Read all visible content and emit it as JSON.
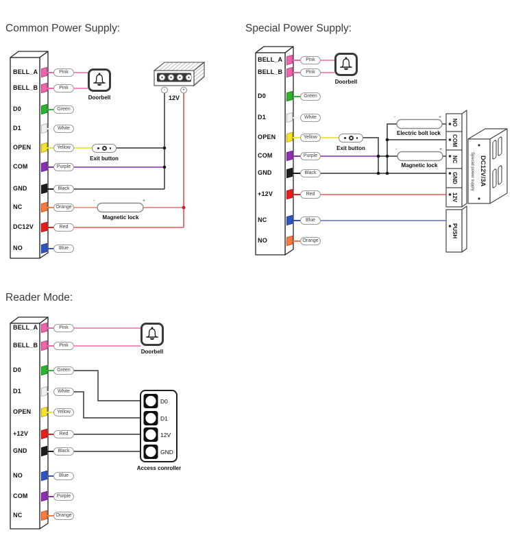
{
  "page": {
    "background": "#ffffff"
  },
  "marks": {
    "minus": "-",
    "plus": "+"
  },
  "palette": {
    "wire_pink": "#f07cba",
    "wire_gray": "#4c4c4c",
    "wire_yellow": "#f2e035",
    "wire_purple": "#9a41c2",
    "wire_red": "#ef6b6b",
    "wire_blue": "#7283cf",
    "wire_orange": "#f69272",
    "junction_dark": "#181818",
    "junction_red": "#d81f1f"
  },
  "sections": {
    "common": {
      "title": "Common Power Supply:",
      "pins": [
        {
          "label": "BELL_A",
          "color_name": "Pink",
          "color": "#f064ae"
        },
        {
          "label": "BELL_B",
          "color_name": "Pink",
          "color": "#f064ae"
        },
        {
          "label": "D0",
          "color_name": "Green",
          "color": "#2db32d"
        },
        {
          "label": "D1",
          "color_name": "White",
          "color": "#f2f2f2"
        },
        {
          "label": "OPEN",
          "color_name": "Yellow",
          "color": "#f7e32e"
        },
        {
          "label": "COM",
          "color_name": "Purple",
          "color": "#8d2fb5"
        },
        {
          "label": "GND",
          "color_name": "Black",
          "color": "#1d1d1d"
        },
        {
          "label": "NC",
          "color_name": "Orange",
          "color": "#fb7a3c"
        },
        {
          "label": "DC12V",
          "color_name": "Red",
          "color": "#ea1c1c"
        },
        {
          "label": "NO",
          "color_name": "Blue",
          "color": "#2f55c4"
        }
      ],
      "doorbell_label": "Doorbell",
      "exit_button_label": "Exit button",
      "magnetic_lock_label": "Magnetic lock",
      "psu_voltage": "12V"
    },
    "special": {
      "title": "Special Power Supply:",
      "pins": [
        {
          "label": "BELL_A",
          "color_name": "Pink",
          "color": "#f064ae"
        },
        {
          "label": "BELL_B",
          "color_name": "Pink",
          "color": "#f064ae"
        },
        {
          "label": "D0",
          "color_name": "Green",
          "color": "#2db32d"
        },
        {
          "label": "D1",
          "color_name": "White",
          "color": "#f2f2f2"
        },
        {
          "label": "OPEN",
          "color_name": "Yellow",
          "color": "#f7e32e"
        },
        {
          "label": "COM",
          "color_name": "Purple",
          "color": "#8d2fb5"
        },
        {
          "label": "GND",
          "color_name": "Black",
          "color": "#1d1d1d"
        },
        {
          "label": "+12V",
          "color_name": "Red",
          "color": "#ea1c1c"
        },
        {
          "label": "NC",
          "color_name": "Blue",
          "color": "#2f55c4"
        },
        {
          "label": "NO",
          "color_name": "Orange",
          "color": "#fb7a3c"
        }
      ],
      "doorbell_label": "Doorbell",
      "exit_button_label": "Exit button",
      "electric_bolt_lock_label": "Electric bolt lock",
      "magnetic_lock_label": "Magnetic lock",
      "terminal_strip": [
        "NO",
        "COM",
        "NC",
        "GND",
        "12V",
        "PUSH"
      ],
      "psu_model": "DC12V/3A",
      "psu_name": "Special power supply"
    },
    "reader": {
      "title": "Reader Mode:",
      "pins": [
        {
          "label": "BELL_A",
          "color_name": "Pink",
          "color": "#f064ae"
        },
        {
          "label": "BELL_B",
          "color_name": "Pink",
          "color": "#f064ae"
        },
        {
          "label": "D0",
          "color_name": "Green",
          "color": "#2db32d"
        },
        {
          "label": "D1",
          "color_name": "White",
          "color": "#f2f2f2"
        },
        {
          "label": "OPEN",
          "color_name": "Yellow",
          "color": "#f7e32e"
        },
        {
          "label": "+12V",
          "color_name": "Red",
          "color": "#ea1c1c"
        },
        {
          "label": "GND",
          "color_name": "Black",
          "color": "#1d1d1d"
        },
        {
          "label": "NO",
          "color_name": "Blue",
          "color": "#2f55c4"
        },
        {
          "label": "COM",
          "color_name": "Purple",
          "color": "#8d2fb5"
        },
        {
          "label": "NC",
          "color_name": "Orange",
          "color": "#fb7a3c"
        }
      ],
      "doorbell_label": "Doorbell",
      "controller_label": "Access conroller",
      "controller_pins": [
        "D0",
        "D1",
        "12V",
        "GND"
      ]
    }
  }
}
